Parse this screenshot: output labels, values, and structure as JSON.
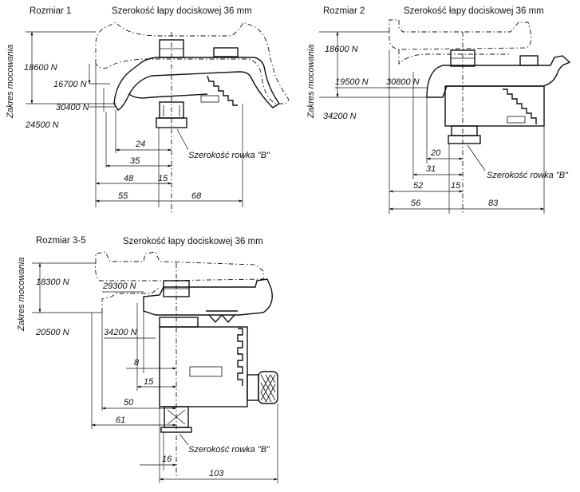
{
  "colors": {
    "line": "#111111",
    "background": "#ffffff"
  },
  "size1": {
    "title": "Rozmiar 1",
    "jaw_width": "Szerokość łapy dociskowej 36 mm",
    "range_label": "Zakres mocowania",
    "forces": {
      "f1": "18600 N",
      "f2": "16700 N",
      "f3": "30400 N",
      "f4": "24500 N"
    },
    "dims": {
      "d24": "24",
      "d35": "35",
      "d48": "48",
      "d15": "15",
      "d55": "55",
      "d68": "68"
    },
    "slot_label": "Szerokość rowka \"B\""
  },
  "size2": {
    "title": "Rozmiar 2",
    "jaw_width": "Szerokość łapy dociskowej 36 mm",
    "range_label": "Zakres mocowania",
    "forces": {
      "f1": "18600 N",
      "f2": "19500 N",
      "f3": "30800 N",
      "f4": "34200 N"
    },
    "dims": {
      "d20": "20",
      "d31": "31",
      "d52": "52",
      "d15": "15",
      "d56": "56",
      "d83": "83"
    },
    "slot_label": "Szerokość rowka \"B\""
  },
  "size3": {
    "title": "Rozmiar 3-5",
    "jaw_width": "Szerokość łapy dociskowej 36 mm",
    "range_label": "Zakres mocowania",
    "forces": {
      "f1": "18300 N",
      "f2": "29300 N",
      "f3": "20500 N",
      "f4": "34200 N"
    },
    "dims": {
      "d8": "8",
      "d15": "15",
      "d50": "50",
      "d61": "61",
      "d16": "16",
      "d103": "103"
    },
    "slot_label": "Szerokość rowka \"B\""
  }
}
